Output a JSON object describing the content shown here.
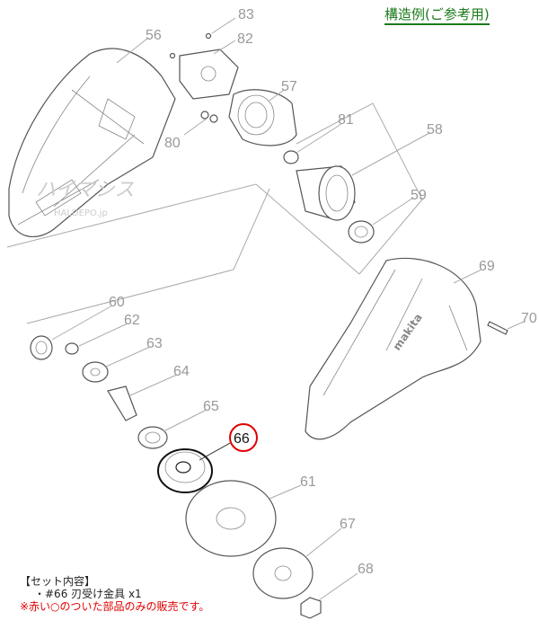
{
  "title": "構造例(ご参考用)",
  "watermark": {
    "main": "ハイマシス",
    "sub": "HALDEPO.jp"
  },
  "brand_on_part": "makita",
  "parts": {
    "p83": "83",
    "p82": "82",
    "p56": "56",
    "p57": "57",
    "p81": "81",
    "p58": "58",
    "p80": "80",
    "p59": "59",
    "p69": "69",
    "p60": "60",
    "p62": "62",
    "p70": "70",
    "p63": "63",
    "p64": "64",
    "p65": "65",
    "p66": "66",
    "p61": "61",
    "p67": "67",
    "p68": "68"
  },
  "highlighted_part": "66",
  "highlight_color": "#e00000",
  "set_contents": {
    "heading": "【セット内容】",
    "item": "・#66 刃受け金具 x1",
    "note": "※赤い○のついた部品のみの販売です。"
  }
}
